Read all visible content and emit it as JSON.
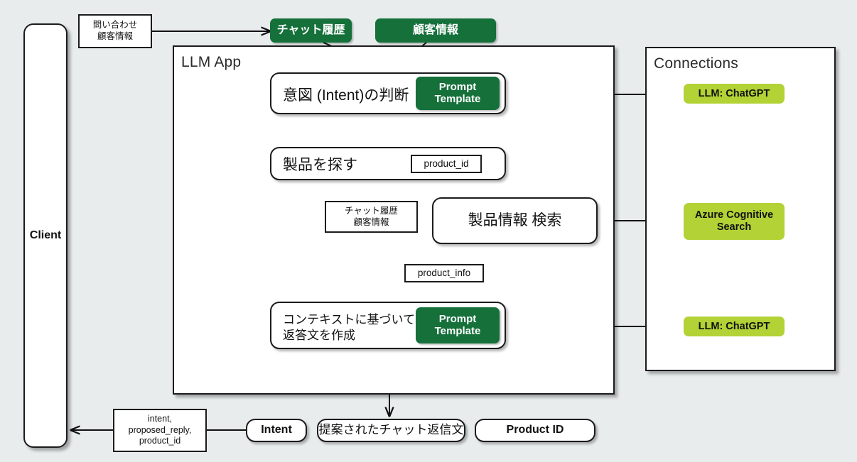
{
  "diagram": {
    "title": "LLM App customer-support flow",
    "background_color": "#e8ecec",
    "accent_green": "#15703a",
    "accent_lime": "#b2d235",
    "stroke_color": "#1b1b1b"
  },
  "client": {
    "label": "Client"
  },
  "request_label": {
    "line1": "問い合わせ",
    "line2": "顧客情報"
  },
  "inputs": [
    {
      "label": "チャット履歴"
    },
    {
      "label": "顧客情報"
    }
  ],
  "llm_app": {
    "title": "LLM App",
    "nodes": [
      {
        "id": "intent",
        "label": "意図 (Intent)の判断",
        "badge_line1": "Prompt",
        "badge_line2": "Template"
      },
      {
        "id": "find-product",
        "label": "製品を探す",
        "data_label": "product_id"
      },
      {
        "id": "product-search",
        "label": "製品情報 検索"
      },
      {
        "id": "compose-reply",
        "label_line1": "コンテキストに基づいて",
        "label_line2": "返答文を作成",
        "badge_line1": "Prompt",
        "badge_line2": "Template"
      }
    ],
    "data_labels": [
      {
        "id": "chat-context",
        "line1": "チャット履歴",
        "line2": "顧客情報"
      },
      {
        "id": "product-info",
        "label": "product_info"
      }
    ]
  },
  "connections": {
    "title": "Connections",
    "items": [
      {
        "id": "llm-chatgpt-intent",
        "label": "LLM: ChatGPT"
      },
      {
        "id": "azure-cognitive-search",
        "line1": "Azure Cognitive",
        "line2": "Search"
      },
      {
        "id": "llm-chatgpt-reply",
        "label": "LLM: ChatGPT"
      }
    ]
  },
  "outputs": {
    "response_label": {
      "line1": "intent,",
      "line2": "proposed_reply,",
      "line3": "product_id"
    },
    "items": [
      {
        "id": "intent-out",
        "label": "Intent"
      },
      {
        "id": "suggested-reply-out",
        "label": "提案されたチャット返信文"
      },
      {
        "id": "product-id-out",
        "label": "Product ID"
      }
    ]
  }
}
